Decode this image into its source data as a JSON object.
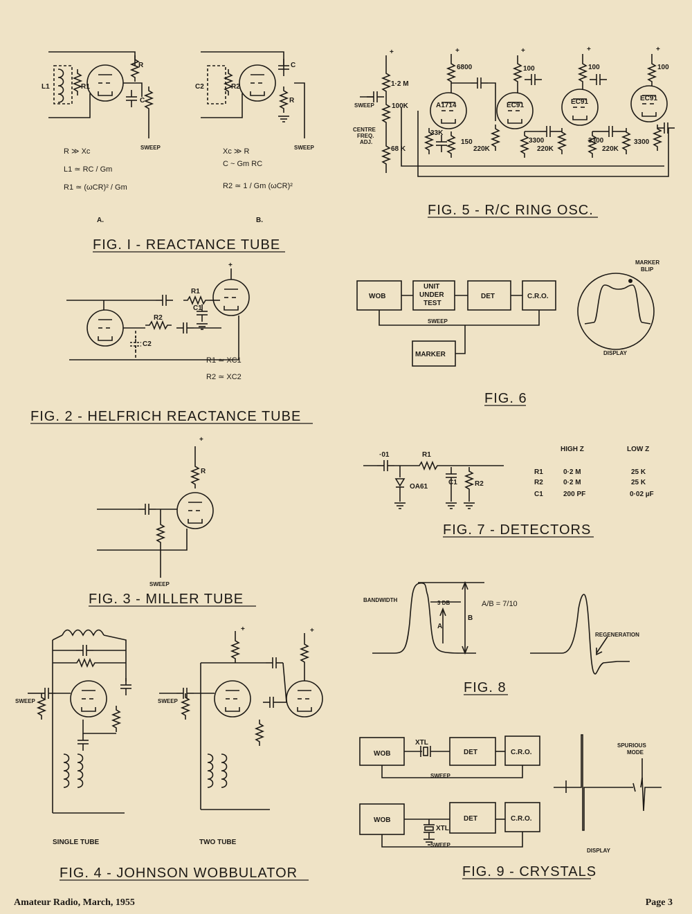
{
  "colors": {
    "paper": "#efe3c6",
    "ink": "#1d1a16"
  },
  "fig1": {
    "caption": "FIG. I - REACTANCE TUBE",
    "sub_a": "A.",
    "sub_b": "B.",
    "label_r": "R",
    "label_c": "C",
    "label_l1": "L1",
    "label_r1": "R1",
    "label_c2": "C2",
    "label_r2": "R2",
    "sweep": "SWEEP",
    "eq_a": [
      "R ≫ Xc",
      "L1 ≃ RC / Gm",
      "R1 ≃ (ωCR)² / Gm"
    ],
    "eq_b": [
      "Xc ≫ R",
      "C ~ Gm RC",
      "R2 ≃ 1 / Gm (ωCR)²"
    ]
  },
  "fig2": {
    "caption": "FIG. 2 - HELFRICH  REACTANCE  TUBE",
    "label_r1": "R1",
    "label_c1": "C1",
    "label_r2": "R2",
    "label_c2": "C2",
    "plus": "+",
    "eq": [
      "R1 ≃ XC1",
      "R2 ≃ XC2"
    ]
  },
  "fig3": {
    "caption": "FIG. 3 - MILLER  TUBE",
    "label_r": "R",
    "plus": "+",
    "sweep": "SWEEP"
  },
  "fig4": {
    "caption": "FIG. 4 - JOHNSON  WOBBULATOR",
    "single": "SINGLE  TUBE",
    "two": "TWO  TUBE",
    "sweep": "SWEEP",
    "plus": "+"
  },
  "fig5": {
    "caption": "FIG. 5 - R/C  RING  OSC.",
    "plus": "+",
    "r12m": "1·2 M",
    "r6800": "6800",
    "r100": "100",
    "sweep": "SWEEP",
    "r100k": "100K",
    "centre": [
      "CENTRE",
      "FREQ.",
      "ADJ."
    ],
    "r68k": "68 K",
    "r33k": "33K",
    "r150": "150",
    "r220k": "220K",
    "r3300": "3300",
    "tubes": [
      "A1714",
      "EC91",
      "EC91",
      "EC91"
    ]
  },
  "fig6": {
    "caption": "FIG. 6",
    "wob": "WOB",
    "unit": [
      "UNIT",
      "UNDER",
      "TEST"
    ],
    "det": "DET",
    "cro": "C.R.O.",
    "marker": "MARKER",
    "sweep": "SWEEP",
    "marker_blip": [
      "MARKER",
      "BLIP"
    ],
    "display": "DISPLAY"
  },
  "fig7": {
    "caption": "FIG. 7 - DETECTORS",
    "c01": "·01",
    "r1": "R1",
    "c1": "C1",
    "r2": "R2",
    "diode": "OA61",
    "table": {
      "headers": [
        "",
        "HIGH Z",
        "LOW Z"
      ],
      "rows": [
        [
          "R1",
          "0·2 M",
          "25 K"
        ],
        [
          "R2",
          "0·2 M",
          "25 K"
        ],
        [
          "C1",
          "200 PF",
          "0·02 µF"
        ]
      ]
    }
  },
  "fig8": {
    "caption": "FIG. 8",
    "bandwidth": "BANDWIDTH",
    "db": "3 DB",
    "ratio": "A/B = 7/10",
    "a": "A",
    "b": "B",
    "regen": "REGENERATION"
  },
  "fig9": {
    "caption": "FIG. 9 - CRYSTALS",
    "wob": "WOB",
    "xtl": "XTL",
    "det": "DET",
    "cro": "C.R.O.",
    "sweep": "SWEEP",
    "spurious": [
      "SPURIOUS",
      "MODE"
    ],
    "display": "DISPLAY"
  },
  "footer": {
    "left": "Amateur Radio, March, 1955",
    "right": "Page 3"
  }
}
